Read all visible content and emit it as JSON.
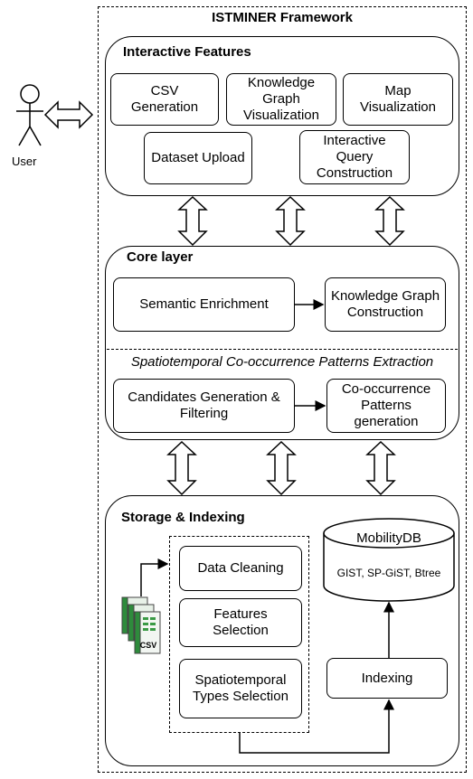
{
  "framework_title": "ISTMINER Framework",
  "actor": {
    "label": "User"
  },
  "interactive": {
    "title": "Interactive Features",
    "items": [
      "CSV\nGeneration",
      "Knowledge\nGraph\nVisualization",
      "Map\nVisualization",
      "Dataset Upload",
      "Interactive\nQuery\nConstruction"
    ]
  },
  "core": {
    "title": "Core layer",
    "semantic": "Semantic Enrichment",
    "kg": "Knowledge Graph\nConstruction",
    "subtitle": "Spatiotemporal Co-occurrence Patterns Extraction",
    "candidates": "Candidates Generation &\nFiltering",
    "cooccurrence": "Co-occurrence\nPatterns\ngeneration"
  },
  "storage": {
    "title": "Storage & Indexing",
    "cleaning": "Data Cleaning",
    "features": "Features\nSelection",
    "spatiotemporal": "Spatiotemporal\nTypes Selection",
    "indexing": "Indexing",
    "db_name": "MobilityDB",
    "db_indexes": "GIST, SP-GiST, Btree",
    "csv_icon_label": "CSV"
  }
}
